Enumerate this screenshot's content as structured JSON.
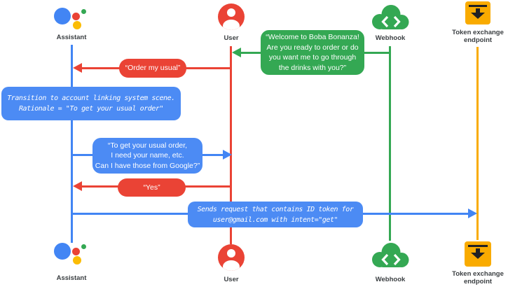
{
  "diagram": {
    "type": "sequence-diagram",
    "topic": "Google Assistant account linking order flow"
  },
  "colors": {
    "assistant_blue": "#4285f4",
    "user_red": "#ea4335",
    "webhook_green": "#34a853",
    "token_yellow": "#f9ab00",
    "note_blue": "#4c8bf4",
    "label_gray": "#3c4043"
  },
  "actors": {
    "assistant": {
      "label": "Assistant",
      "icon": "google-assistant-logo"
    },
    "user": {
      "label": "User",
      "icon": "account-circle"
    },
    "webhook": {
      "label": "Webhook",
      "icon": "code-cloud"
    },
    "token": {
      "label_line1": "Token exchange",
      "label_line2": "endpoint",
      "icon": "download-tray"
    }
  },
  "messages": {
    "welcome": {
      "from": "webhook",
      "to": "user",
      "style": "speech-green",
      "lines": [
        "“Welcome to Boba Bonanza!",
        "Are you ready to order or do",
        "you want me to go through",
        "the drinks with you?”"
      ]
    },
    "order_usual": {
      "from": "user",
      "to": "assistant",
      "style": "speech-red",
      "text": "“Order my usual”"
    },
    "transition_note": {
      "style": "note-blue",
      "lines": [
        "Transition to account linking system scene.",
        "Rationale = \"To get your usual order\""
      ]
    },
    "need_info": {
      "from": "assistant",
      "to": "user",
      "style": "speech-blue",
      "lines": [
        "“To get your usual order,",
        "I need your name, etc.",
        "Can I have those from Google?”"
      ]
    },
    "yes": {
      "from": "user",
      "to": "assistant",
      "style": "speech-red",
      "text": "“Yes”"
    },
    "sends_request": {
      "from": "assistant",
      "to": "token",
      "style": "note-blue",
      "lines": [
        "Sends request that contains ID token for",
        "user@gmail.com with intent=\"get\""
      ]
    }
  }
}
